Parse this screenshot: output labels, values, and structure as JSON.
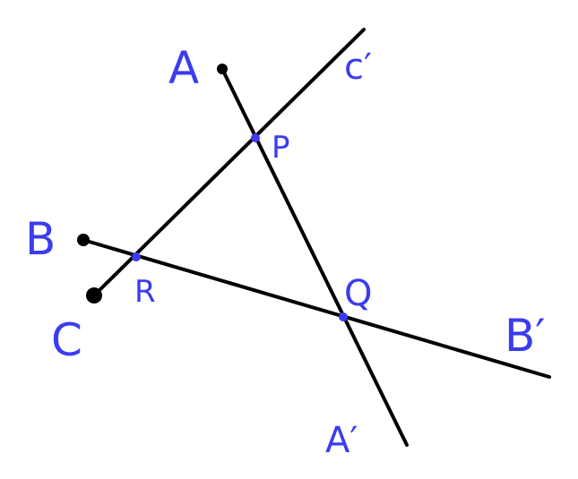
{
  "colors": {
    "line": "#000000",
    "label": "#3b3bef",
    "intersection_point": "#3b3bef",
    "background": "#ffffff"
  },
  "labels": {
    "A": "A",
    "A_prime": "A′",
    "B": "B",
    "B_prime": "B′",
    "C": "C",
    "C_prime": "c′",
    "P": "P",
    "Q": "Q",
    "R": "R"
  }
}
